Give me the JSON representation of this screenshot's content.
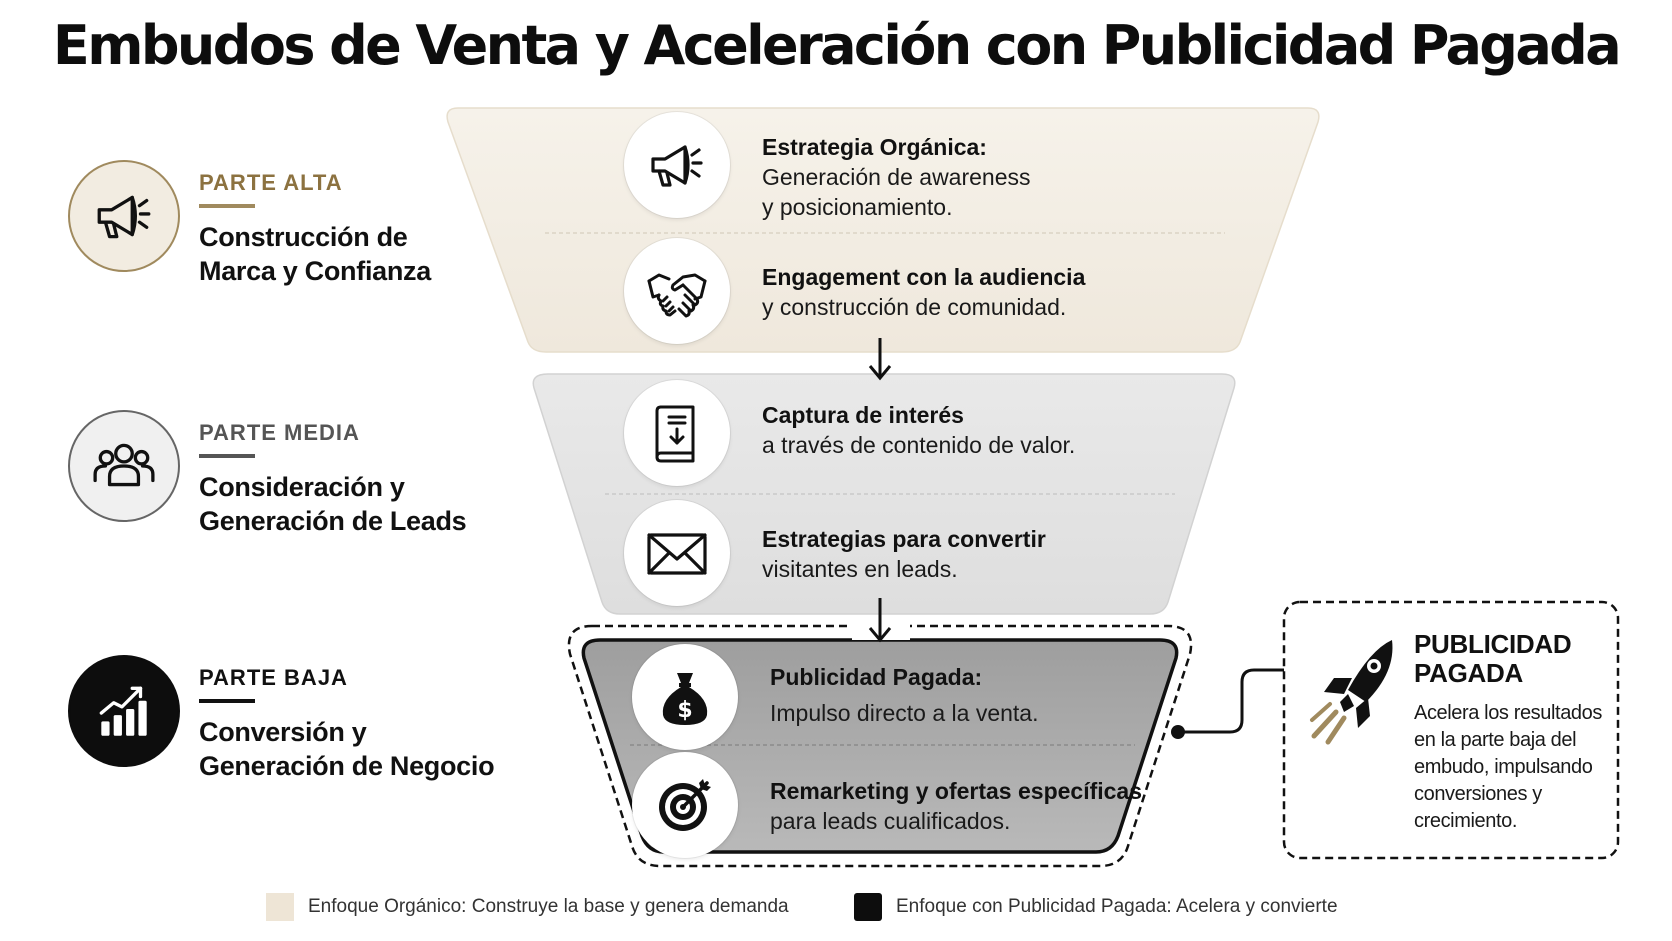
{
  "title": "Embudos de Venta y Aceleración con Publicidad Pagada",
  "stages": [
    {
      "tag": "PARTE ALTA",
      "heading_line1": "Construcción de",
      "heading_line2": "Marca y Confianza",
      "icon": "megaphone-icon"
    },
    {
      "tag": "PARTE MEDIA",
      "heading_line1": "Consideración y",
      "heading_line2": "Generación de Leads",
      "icon": "people-group-icon"
    },
    {
      "tag": "PARTE BAJA",
      "heading_line1": "Conversión y",
      "heading_line2": "Generación de Negocio",
      "icon": "growth-chart-icon"
    }
  ],
  "funnel_items": [
    {
      "bold": "Estrategia Orgánica:",
      "line1": "Generación de awareness",
      "line2": "y posicionamiento.",
      "icon": "megaphone-icon"
    },
    {
      "bold": "Engagement con la audiencia",
      "line1": "y construcción de comunidad.",
      "icon": "handshake-icon"
    },
    {
      "bold": "Captura de interés",
      "line1": "a través de contenido de valor.",
      "icon": "ebook-download-icon"
    },
    {
      "bold": "Estrategias para convertir",
      "line1": "visitantes en leads.",
      "icon": "envelope-icon"
    },
    {
      "bold": "Publicidad Pagada:",
      "line1": "Impulso directo a la venta.",
      "icon": "money-bag-icon"
    },
    {
      "bold": "Remarketing y ofertas específicas",
      "line1": "para leads cualificados.",
      "icon": "target-icon"
    }
  ],
  "callout": {
    "title_line1": "PUBLICIDAD",
    "title_line2": "PAGADA",
    "body": "Acelera los resultados en la parte baja del embudo, impulsando conversiones y crecimiento.",
    "icon": "rocket-icon"
  },
  "legend": [
    {
      "label": "Enfoque Orgánico: Construye la base y genera demanda",
      "color": "#eee5d6"
    },
    {
      "label": "Enfoque con Publicidad Pagada: Acelera y convierte",
      "color": "#0d0d0d"
    }
  ],
  "colors": {
    "top_section": "#f3eee5",
    "middle_section": "#e4e4e4",
    "bottom_section": "#a6a6a6",
    "accent_gold": "#a08a5e"
  }
}
